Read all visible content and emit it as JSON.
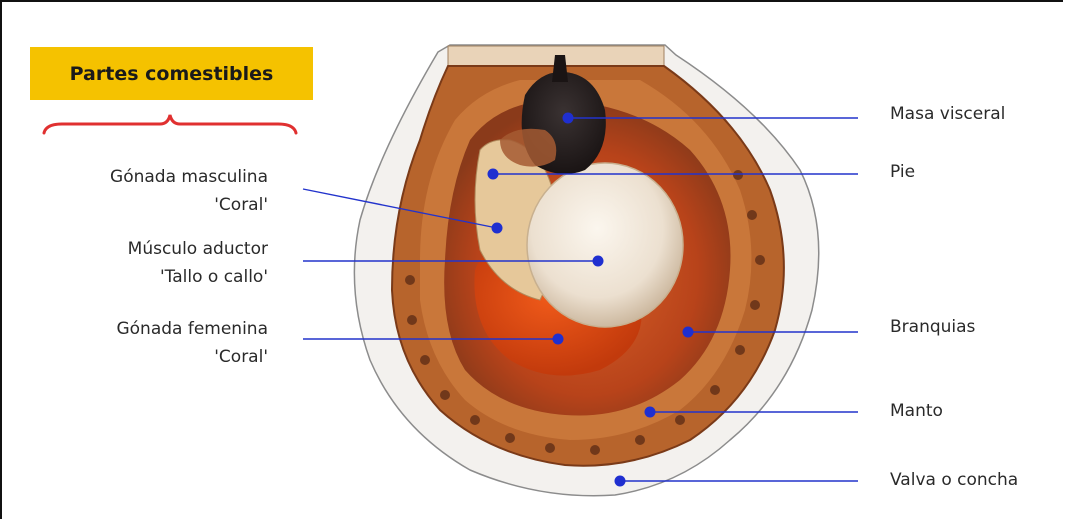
{
  "title": "Partes comestibles",
  "left_labels": [
    {
      "line1": "Gónada masculina",
      "line2": "'Coral'"
    },
    {
      "line1": "Músculo aductor",
      "line2": "'Tallo o callo'"
    },
    {
      "line1": "Gónada femenina",
      "line2": "'Coral'"
    }
  ],
  "right_labels": [
    "Masa visceral",
    "Pie",
    "Branquias",
    "Manto",
    "Valva o concha"
  ],
  "colors": {
    "accent_box": "#f5c200",
    "brace": "#e03030",
    "leader_line": "#2233cc",
    "dot": "#1f2fd0"
  }
}
